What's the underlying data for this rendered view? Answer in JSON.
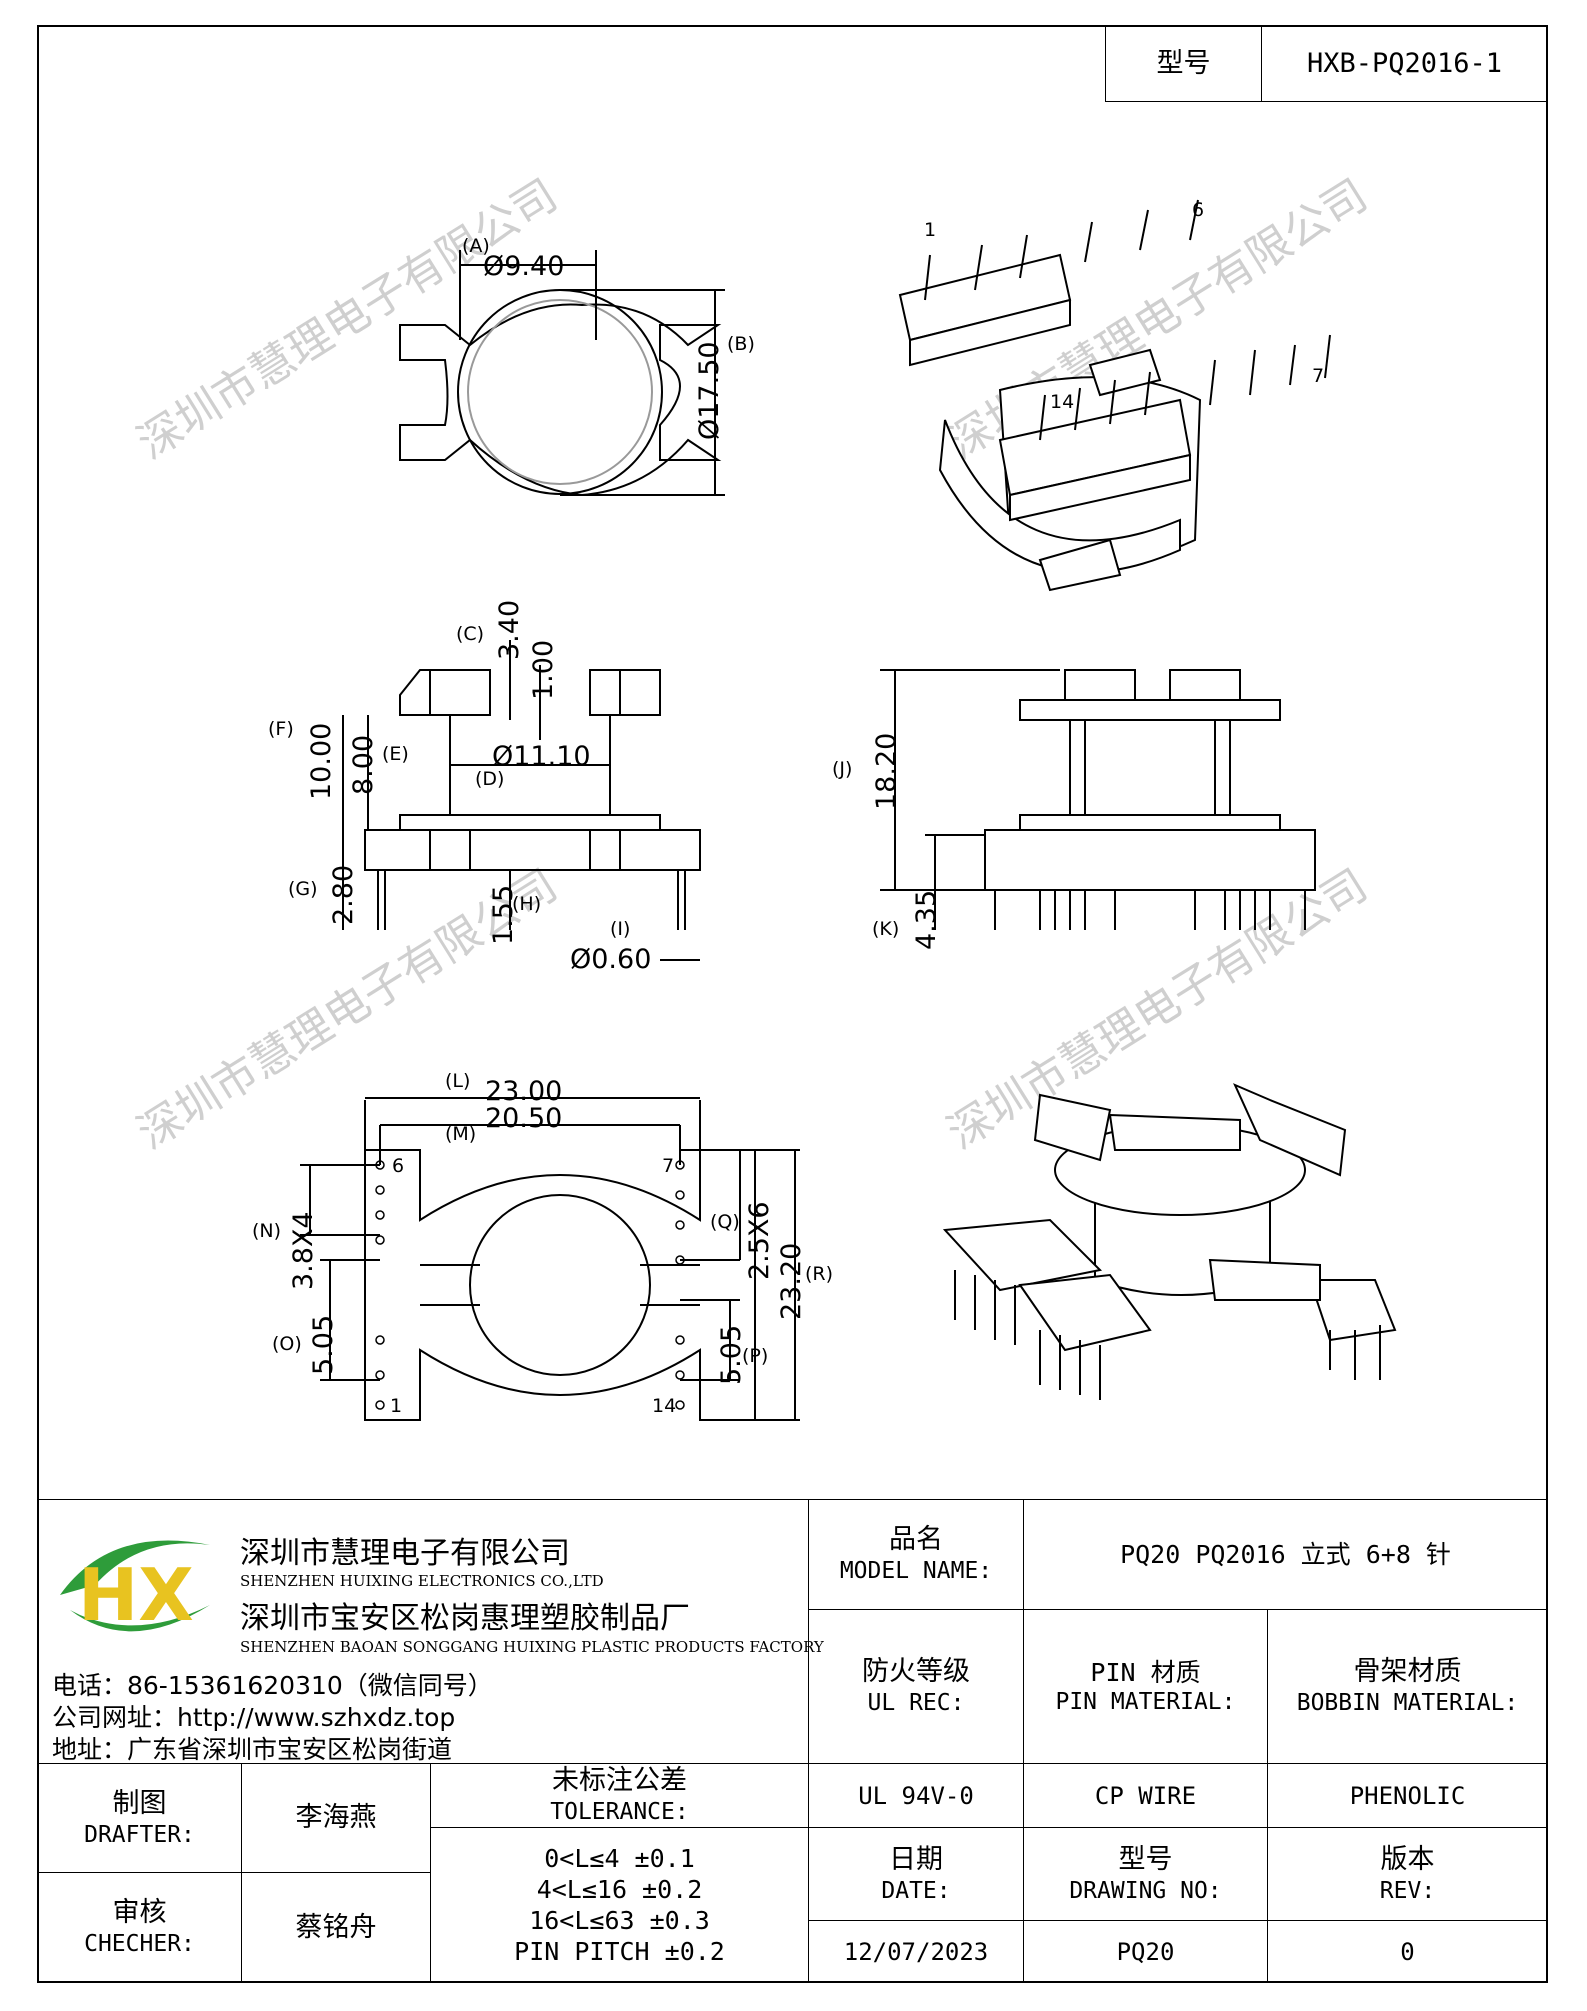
{
  "header": {
    "model_label": "型号",
    "model_value": "HXB-PQ2016-1"
  },
  "watermark": "深圳市慧理电子有限公司",
  "views": {
    "top_view": {
      "dims": [
        {
          "label": "(A)",
          "value": "Ø9.40"
        },
        {
          "label": "(B)",
          "value": "Ø17.50"
        }
      ]
    },
    "front_view": {
      "dims": [
        {
          "label": "(C)",
          "value": "3.40"
        },
        {
          "label": "",
          "value": "1.00"
        },
        {
          "label": "(D)",
          "value": "Ø11.10"
        },
        {
          "label": "(E)",
          "value": "8.00"
        },
        {
          "label": "(F)",
          "value": "10.00"
        },
        {
          "label": "(G)",
          "value": "2.80"
        },
        {
          "label": "(H)",
          "value": "1.55"
        },
        {
          "label": "(I)",
          "value": "Ø0.60"
        }
      ]
    },
    "side_view": {
      "dims": [
        {
          "label": "(J)",
          "value": "18.20"
        },
        {
          "label": "(K)",
          "value": "4.35"
        }
      ]
    },
    "bottom_view": {
      "dims": [
        {
          "label": "(L)",
          "value": "23.00"
        },
        {
          "label": "(M)",
          "value": "20.50"
        },
        {
          "label": "(N)",
          "value": "3.8X4"
        },
        {
          "label": "(O)",
          "value": "5.05"
        },
        {
          "label": "(Q)",
          "value": "2.5X6"
        },
        {
          "label": "(R)",
          "value": "23.20"
        },
        {
          "label": "(P)",
          "value": "5.05"
        }
      ],
      "pins": [
        "6",
        "7",
        "1",
        "14"
      ]
    },
    "iso_view": {
      "pins": [
        "1",
        "6",
        "7",
        "14"
      ]
    }
  },
  "company": {
    "logo_text": "HX",
    "name_cn": "深圳市慧理电子有限公司",
    "name_en": "SHENZHEN HUIXING ELECTRONICS CO.,LTD",
    "factory_cn": "深圳市宝安区松岗惠理塑胶制品厂",
    "factory_en": "SHENZHEN BAOAN SONGGANG HUIXING PLASTIC PRODUCTS FACTORY",
    "phone": "电话：86-15361620310（微信同号）",
    "website": "公司网址：http://www.szhxdz.top",
    "address": "地址：广东省深圳市宝安区松岗街道"
  },
  "title_block": {
    "model_name_cn": "品名",
    "model_name_en": "MODEL NAME:",
    "model_name_value": "PQ20 PQ2016 立式 6+8 针",
    "ul_cn": "防火等级",
    "ul_en": "UL REC:",
    "pin_mat_cn": "PIN 材质",
    "pin_mat_en": "PIN MATERIAL:",
    "bobbin_mat_cn": "骨架材质",
    "bobbin_mat_en": "BOBBIN MATERIAL:",
    "ul_value": "UL 94V-0",
    "pin_mat_value": "CP WIRE",
    "bobbin_mat_value": "PHENOLIC",
    "drafter_cn": "制图",
    "drafter_en": "DRAFTER:",
    "drafter_name": "李海燕",
    "checker_cn": "审核",
    "checker_en": "CHECHER:",
    "checker_name": "蔡铭舟",
    "tolerance_cn": "未标注公差",
    "tolerance_en": "TOLERANCE:",
    "tolerance_lines": [
      "0<L≤4  ±0.1",
      "4<L≤16 ±0.2",
      "16<L≤63 ±0.3",
      "PIN PITCH ±0.2"
    ],
    "date_cn": "日期",
    "date_en": "DATE:",
    "date_value": "12/07/2023",
    "drawing_no_cn": "型号",
    "drawing_no_en": "DRAWING NO:",
    "drawing_no_value": "PQ20",
    "rev_cn": "版本",
    "rev_en": "REV:",
    "rev_value": "0"
  }
}
